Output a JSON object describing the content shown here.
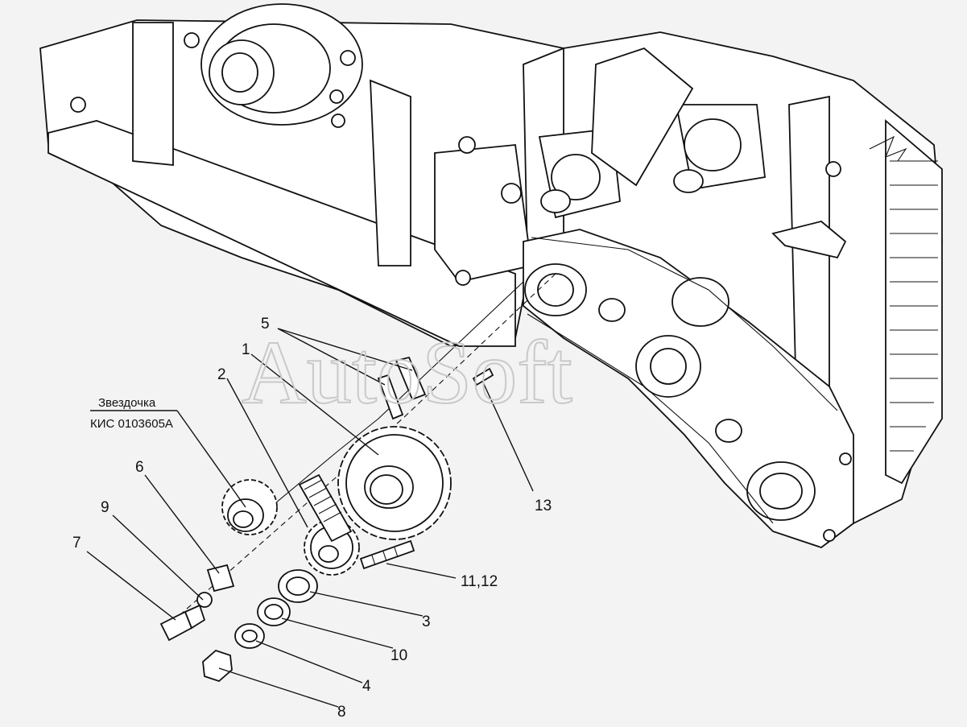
{
  "watermark": "AutoSoft",
  "note": {
    "line1": "Звездочка",
    "line2": "КИС 0103605А"
  },
  "callouts": {
    "c1": "1",
    "c2": "2",
    "c3": "3",
    "c4": "4",
    "c5": "5",
    "c6": "6",
    "c7": "7",
    "c8": "8",
    "c9": "9",
    "c10": "10",
    "c11_12": "11,12",
    "c13": "13"
  }
}
